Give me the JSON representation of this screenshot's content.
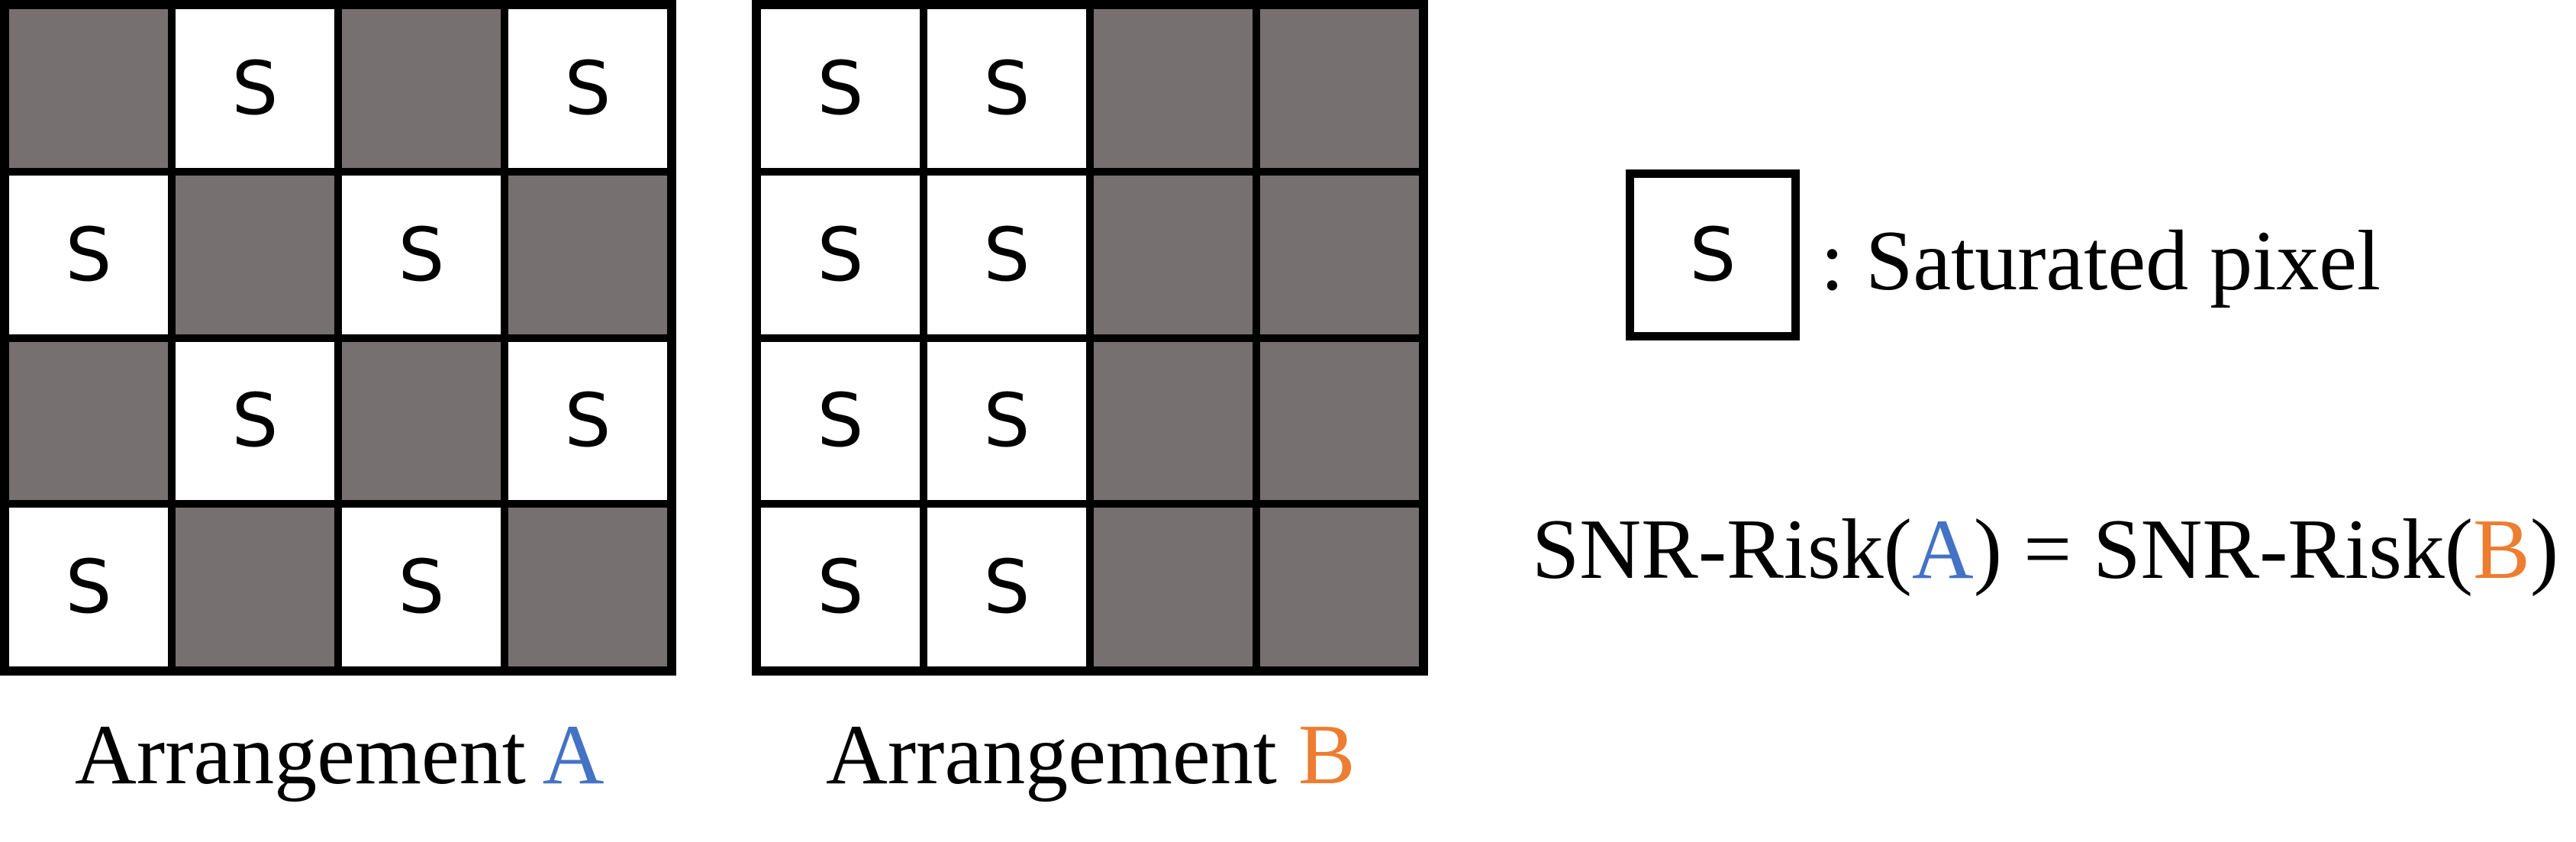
{
  "colors": {
    "dark_cell": "#767170",
    "saturated_cell": "#ffffff",
    "border": "#000000",
    "accent_a": "#4472C4",
    "accent_b": "#ED7D31"
  },
  "arrangement_a": {
    "label_prefix": "Arrangement ",
    "label_letter": "A",
    "cells": [
      [
        "",
        "S",
        "",
        "S"
      ],
      [
        "S",
        "",
        "S",
        ""
      ],
      [
        "",
        "S",
        "",
        "S"
      ],
      [
        "S",
        "",
        "S",
        ""
      ]
    ]
  },
  "arrangement_b": {
    "label_prefix": "Arrangement ",
    "label_letter": "B",
    "cells": [
      [
        "S",
        "S",
        "",
        ""
      ],
      [
        "S",
        "S",
        "",
        ""
      ],
      [
        "S",
        "S",
        "",
        ""
      ],
      [
        "S",
        "S",
        "",
        ""
      ]
    ]
  },
  "legend": {
    "symbol": "S",
    "text": ": Saturated pixel"
  },
  "equation": {
    "part1": "SNR-Risk(",
    "a": "A",
    "part2": ") = SNR-Risk(",
    "b": "B",
    "part3": ")"
  }
}
